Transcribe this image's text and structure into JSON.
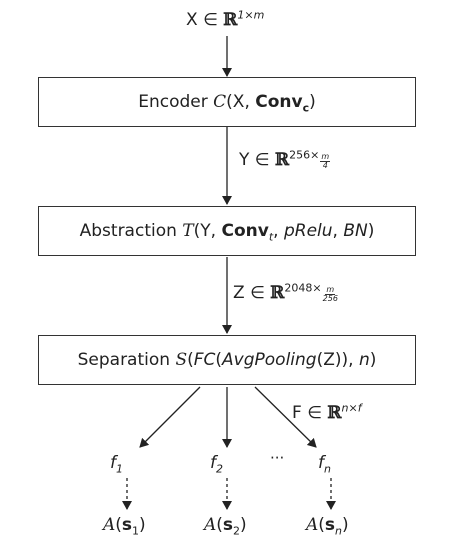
{
  "input": {
    "var": "X",
    "in": "∈",
    "R": "ℝ",
    "dim": "1×m"
  },
  "encoder": {
    "name": "Encoder",
    "op": "C",
    "arg1": "X",
    "sep": ",",
    "arg2": "Conv",
    "arg2_sub": "c",
    "close": ")"
  },
  "y_label": {
    "var": "Y",
    "in": "∈",
    "R": "ℝ",
    "dim": "256×",
    "frac_num": "m",
    "frac_den": "4"
  },
  "abstraction": {
    "name": "Abstraction",
    "op": "T",
    "arg1": "Y",
    "arg2": "Conv",
    "arg2_sub": "t",
    "arg3": "pRelu",
    "arg4": "BN",
    "close": ")"
  },
  "z_label": {
    "var": "Z",
    "in": "∈",
    "R": "ℝ",
    "dim": "2048×",
    "frac_num": "m",
    "frac_den": "256"
  },
  "separation": {
    "name": "Separation",
    "op": "S",
    "fc": "FC",
    "pool": "AvgPooling",
    "arg": "Z",
    "n": "n",
    "close": ")"
  },
  "f_label": {
    "var": "F",
    "in": "∈",
    "R": "ℝ",
    "dim": "n×f"
  },
  "outputs": [
    {
      "f": "f",
      "f_sub": "1",
      "a": "A",
      "s": "s",
      "s_sub": "1"
    },
    {
      "f": "f",
      "f_sub": "2",
      "a": "A",
      "s": "s",
      "s_sub": "2"
    },
    {
      "f": "f",
      "f_sub": "n",
      "a": "A",
      "s": "s",
      "s_sub": "n"
    }
  ],
  "ellipsis": "···"
}
